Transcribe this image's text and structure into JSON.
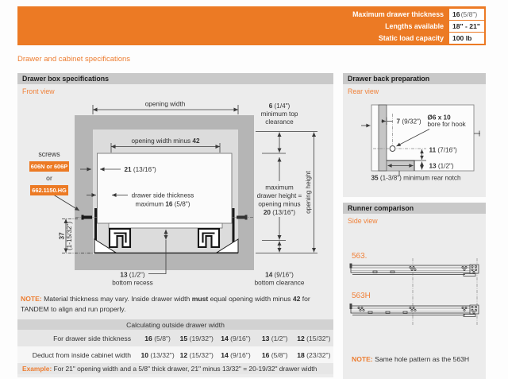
{
  "title": "Drawer and cabinet specifications",
  "banner": {
    "rows": [
      {
        "label": "Maximum drawer thickness",
        "num": "16",
        "rest": " (5/8\")"
      },
      {
        "label": "Lengths available",
        "num": "18\" - 21\"",
        "rest": ""
      },
      {
        "label": "Static load capacity",
        "num": "100 lb",
        "rest": ""
      }
    ]
  },
  "front": {
    "header": "Drawer box specifications",
    "view": "Front view",
    "screws": "screws",
    "badge1": "606N or 606P",
    "or": "or",
    "badge2": "662.1150.HG",
    "dim_opening_width": "opening width",
    "dim_minus_pre": "opening width minus ",
    "dim_minus_num": "42",
    "dim21_num": "21",
    "dim21_frac": " (13/16\")",
    "side_l1": "drawer side thickness",
    "side_l2a": "maximum ",
    "side_l2b": "16",
    "side_l2c": " (5/8\")",
    "dim37_num": "37",
    "dim37_frac": "(1-15/32\")",
    "recess_num": "13",
    "recess_frac": " (1/2\")",
    "recess_label": "bottom recess",
    "topclear_num": "6",
    "topclear_frac": " (1/4\")",
    "topclear_l1": "minimum top",
    "topclear_l2": "clearance",
    "maxh_l1": "maximum",
    "maxh_l2": "drawer height =",
    "maxh_l3": "opening minus",
    "maxh_num": "20",
    "maxh_frac": " (13/16\")",
    "opening_height": "opening height",
    "botclear_num": "14",
    "botclear_frac": " (9/16\")",
    "botclear_label": "bottom clearance"
  },
  "note": {
    "label": "NOTE:",
    "t1": " Material thickness may vary. Inside drawer width ",
    "b1": "must",
    "t2": " equal opening width minus ",
    "b2": "42",
    "t3": " for TANDEM to align and run properly."
  },
  "calc": {
    "title": "Calculating outside drawer width",
    "rows": [
      {
        "label": "For drawer side thickness",
        "cells": [
          {
            "num": "16",
            "frac": " (5/8\")"
          },
          {
            "num": "15",
            "frac": " (19/32\")"
          },
          {
            "num": "14",
            "frac": " (9/16\")"
          },
          {
            "num": "13",
            "frac": " (1/2\")"
          },
          {
            "num": "12",
            "frac": " (15/32\")"
          }
        ]
      },
      {
        "label": "Deduct from inside cabinet width",
        "cells": [
          {
            "num": "10",
            "frac": " (13/32\")"
          },
          {
            "num": "12",
            "frac": " (15/32\")"
          },
          {
            "num": "14",
            "frac": " (9/16\")"
          },
          {
            "num": "16",
            "frac": " (5/8\")"
          },
          {
            "num": "18",
            "frac": " (23/32\")"
          }
        ]
      }
    ]
  },
  "example": {
    "label": "Example:",
    "text": " For 21\" opening width and a 5/8\" thick drawer, 21\" minus 13/32\" = 20-19/32\" drawer width"
  },
  "back": {
    "header": "Drawer back preparation",
    "view": "Rear view",
    "dim7_num": "7",
    "dim7_frac": " (9/32\")",
    "bore_title": "Ø6 x 10",
    "bore_sub": "bore for hook",
    "dim11_num": "11",
    "dim11_frac": " (7/16\")",
    "dim13_num": "13",
    "dim13_frac": " (1/2\")",
    "notch_num": "35",
    "notch_rest": " (1-3/8\") minimum rear notch"
  },
  "runner": {
    "header": "Runner comparison",
    "view": "Side view",
    "r1": "563.",
    "r2": "563H",
    "note_label": "NOTE:",
    "note_text": " Same hole pattern as the 563H"
  }
}
